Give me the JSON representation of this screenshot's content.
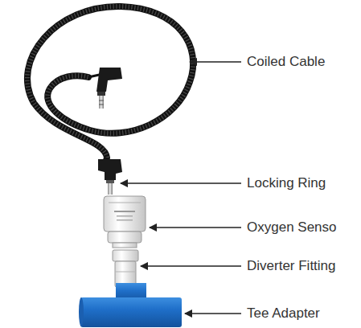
{
  "diagram": {
    "labels": [
      "Coiled Cable",
      "Locking Ring",
      "Oxygen Senso",
      "Diverter Fitting",
      "Tee Adapter"
    ]
  }
}
